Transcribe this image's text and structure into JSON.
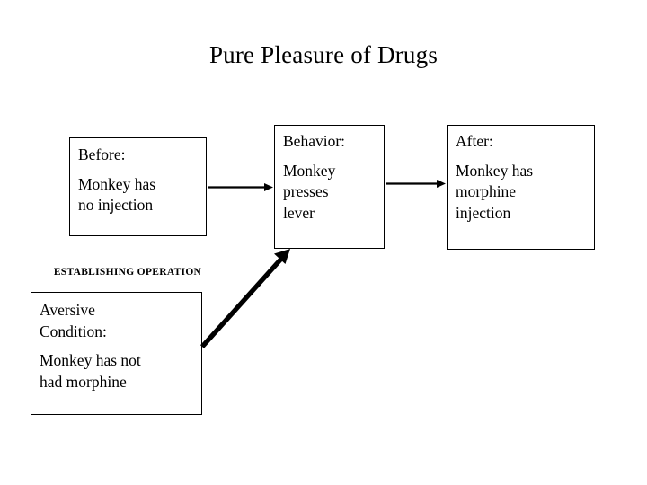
{
  "slide": {
    "title": "Pure Pleasure of Drugs",
    "background_color": "#ffffff",
    "text_color": "#000000",
    "border_color": "#000000"
  },
  "diagram": {
    "type": "three-term-contingency-flow",
    "caption": "ESTABLISHING OPERATION",
    "nodes": [
      {
        "id": "before",
        "heading": "Before:",
        "lines": [
          "Monkey has",
          "no injection"
        ]
      },
      {
        "id": "behavior",
        "heading": "Behavior:",
        "lines": [
          "Monkey",
          "presses",
          "lever"
        ]
      },
      {
        "id": "after",
        "heading": "After:",
        "lines": [
          "Monkey has",
          "morphine",
          "injection"
        ]
      },
      {
        "id": "aversive",
        "heading_lines": [
          "Aversive",
          "Condition:"
        ],
        "lines": [
          "Monkey has not",
          "had morphine"
        ]
      }
    ],
    "arrows": [
      {
        "id": "before-to-behavior",
        "style": "thin",
        "from": "before",
        "to": "behavior"
      },
      {
        "id": "behavior-to-after",
        "style": "thin",
        "from": "behavior",
        "to": "after"
      },
      {
        "id": "aversive-to-behavior",
        "style": "thick-diagonal",
        "from": "aversive",
        "to": "behavior"
      }
    ]
  }
}
